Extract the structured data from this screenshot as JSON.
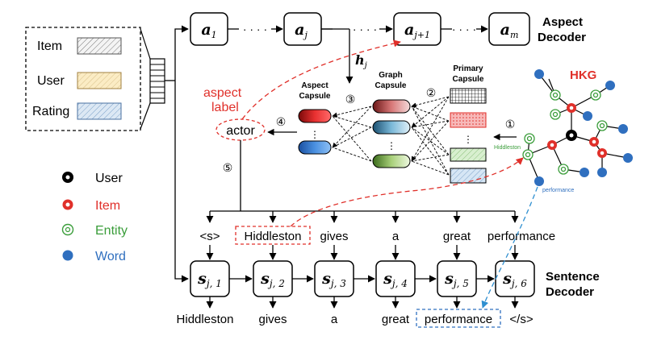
{
  "input_box": {
    "items": [
      "Item",
      "User",
      "Rating"
    ]
  },
  "aspect_decoder": {
    "title_line1": "Aspect",
    "title_line2": "Decoder",
    "nodes": [
      {
        "main": "a",
        "sub": "1"
      },
      {
        "main": "a",
        "sub": "j"
      },
      {
        "main": "a",
        "sub": "j+1"
      },
      {
        "main": "a",
        "sub": "m"
      }
    ],
    "ellipsis": "· · · ·",
    "hidden_main": "h",
    "hidden_sub": "j"
  },
  "aspect_label": {
    "line1": "aspect",
    "line2": "label",
    "value": "actor"
  },
  "capsules": {
    "aspect_title_line1": "Aspect",
    "aspect_title_line2": "Capsule",
    "graph_title_line1": "Graph",
    "graph_title_line2": "Capsule",
    "primary_title_line1": "Primary",
    "primary_title_line2": "Capsule",
    "vdots": "⋮"
  },
  "steps": [
    "①",
    "②",
    "③",
    "④",
    "⑤"
  ],
  "hkg": {
    "title": "HKG",
    "word_label_1": "Hiddleston",
    "word_label_2": "performance"
  },
  "legend": [
    {
      "label": "User",
      "color": "#000000"
    },
    {
      "label": "Item",
      "color": "#e0302a"
    },
    {
      "label": "Entity",
      "color": "#3a9d3a"
    },
    {
      "label": "Word",
      "color": "#2f6fbf"
    }
  ],
  "sentence_decoder": {
    "title_line1": "Sentence",
    "title_line2": "Decoder",
    "inputs": [
      "<s>",
      "Hiddleston",
      "gives",
      "a",
      "great",
      "performance"
    ],
    "nodes": [
      {
        "main": "s",
        "sub": "j, 1"
      },
      {
        "main": "s",
        "sub": "j, 2"
      },
      {
        "main": "s",
        "sub": "j, 3"
      },
      {
        "main": "s",
        "sub": "j, 4"
      },
      {
        "main": "s",
        "sub": "j, 5"
      },
      {
        "main": "s",
        "sub": "j, 6"
      }
    ],
    "outputs": [
      "Hiddleston",
      "gives",
      "a",
      "great",
      "performance",
      "</s>"
    ]
  }
}
